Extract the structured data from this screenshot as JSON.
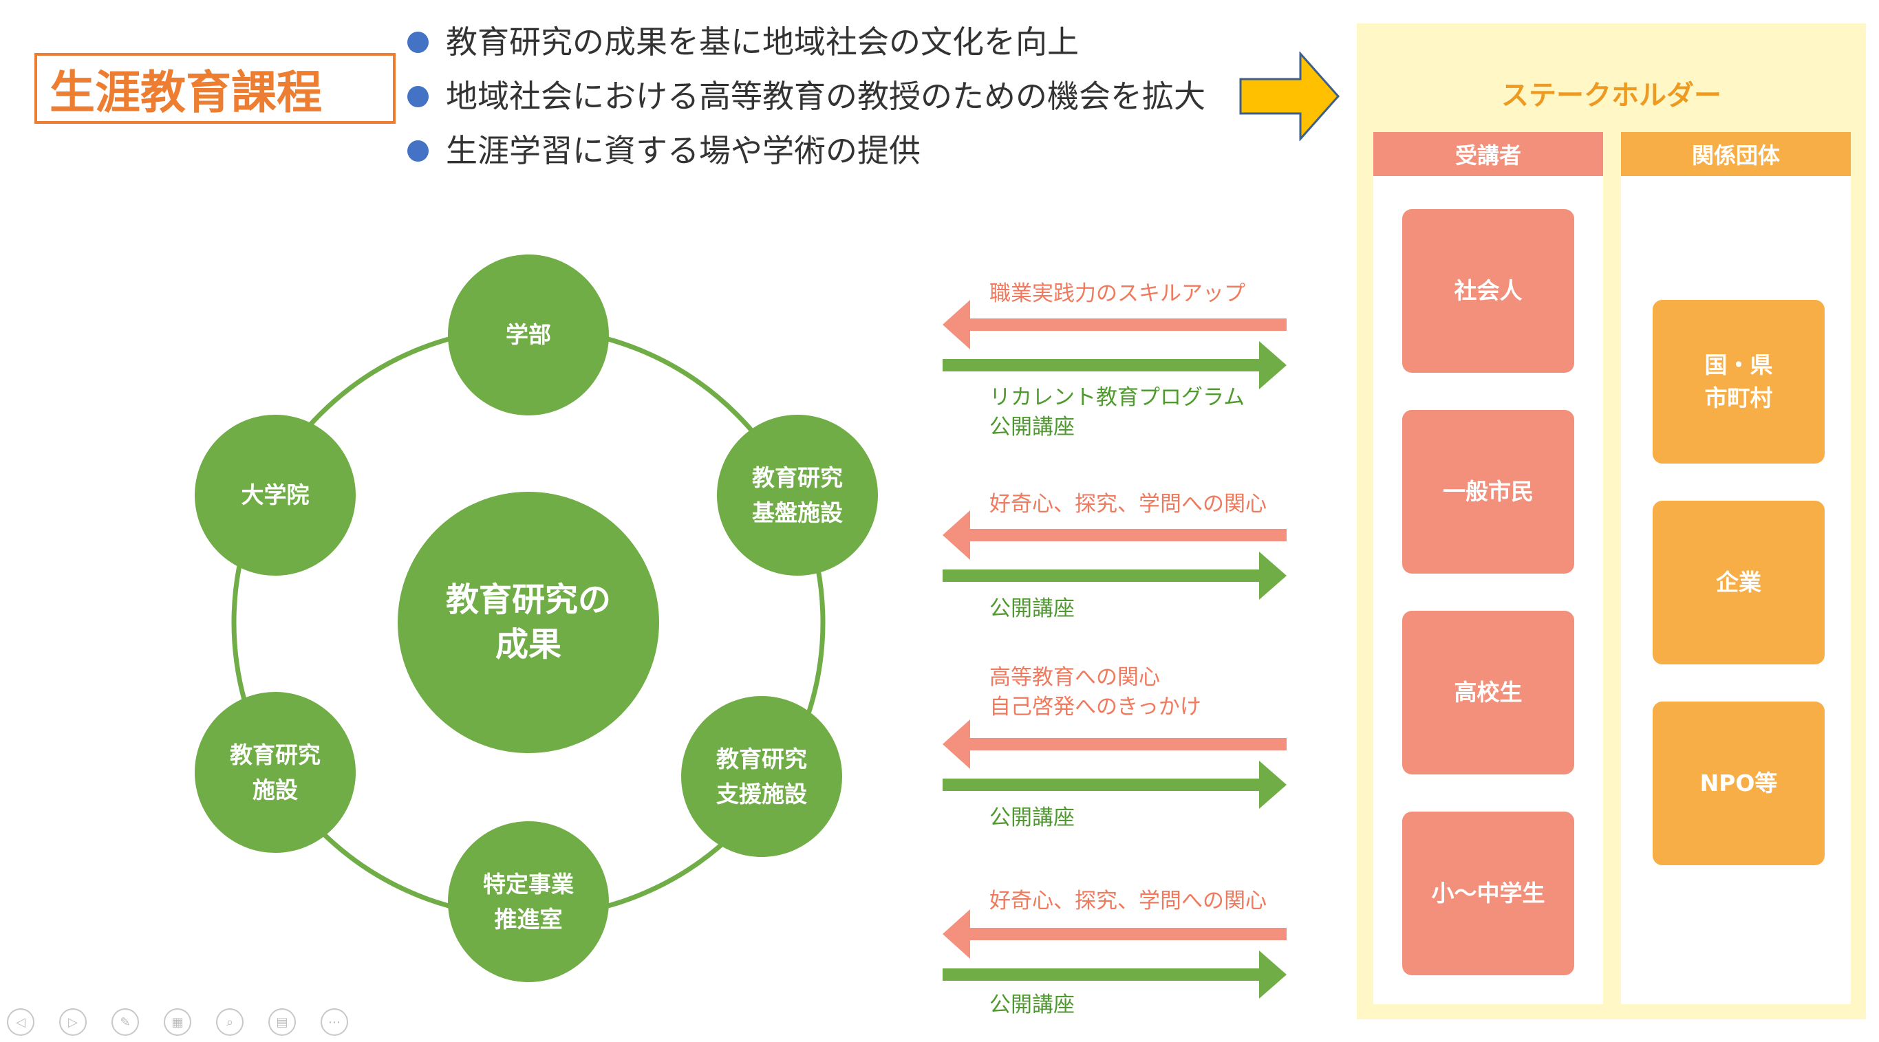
{
  "title": "生涯教育課程",
  "bullets": [
    "教育研究の成果を基に地域社会の文化を向上",
    "地域社会における高等教育の教授のための機会を拡大",
    "生涯学習に資する場や学術の提供"
  ],
  "cycle": {
    "center": "教育研究の\n成果",
    "nodes": [
      "学部",
      "教育研究\n基盤施設",
      "教育研究\n支援施設",
      "特定事業\n推進室",
      "教育研究\n施設",
      "大学院"
    ]
  },
  "flows": [
    {
      "top": "職業実践力のスキルアップ",
      "bottom": "リカレント教育プログラム\n公開講座"
    },
    {
      "top": "好奇心、探究、学問への関心",
      "bottom": "公開講座"
    },
    {
      "top": "高等教育への関心\n自己啓発へのきっかけ",
      "bottom": "公開講座"
    },
    {
      "top": "好奇心、探究、学問への関心",
      "bottom": "公開講座"
    }
  ],
  "stakeholders": {
    "title": "ステークホルダー",
    "learners": {
      "header": "受講者",
      "items": [
        "社会人",
        "一般市民",
        "高校生",
        "小～中学生"
      ]
    },
    "organizations": {
      "header": "関係団体",
      "items": [
        "国・県\n市町村",
        "企業",
        "NPO等"
      ]
    }
  },
  "colors": {
    "title_orange": "#ed7d31",
    "bullet_blue": "#4472c4",
    "node_green": "#70ad47",
    "arrow_red": "#f4907e",
    "arrow_green": "#70ad47",
    "panel_yellow": "#fff7c6",
    "card_salmon": "#f2907b",
    "card_orange": "#f7ae46",
    "big_arrow_fill": "#ffc000"
  },
  "toolbar_icons": [
    "prev-icon",
    "next-icon",
    "pen-icon",
    "slides-icon",
    "zoom-icon",
    "subtitle-icon",
    "more-icon"
  ]
}
